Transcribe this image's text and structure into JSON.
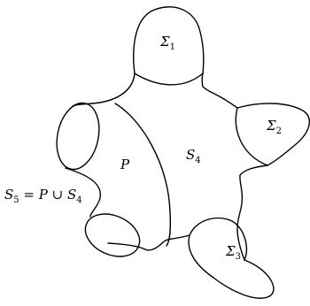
{
  "labels": {
    "sigma1": {
      "symbol": "Σ",
      "sub": "1"
    },
    "sigma2": {
      "symbol": "Σ",
      "sub": "2"
    },
    "sigma3": {
      "symbol": "Σ",
      "sub": "3"
    },
    "s4": {
      "symbol": "S",
      "sub": "4"
    },
    "p": {
      "symbol": "P"
    },
    "s5_eq": {
      "lhs": "S",
      "lhs_sub": "5",
      "eq": " = ",
      "p": "P",
      "union": " ∪ ",
      "s": "S",
      "s_sub": "4"
    }
  },
  "colors": {
    "line": "#000000",
    "background": "#ffffff"
  }
}
